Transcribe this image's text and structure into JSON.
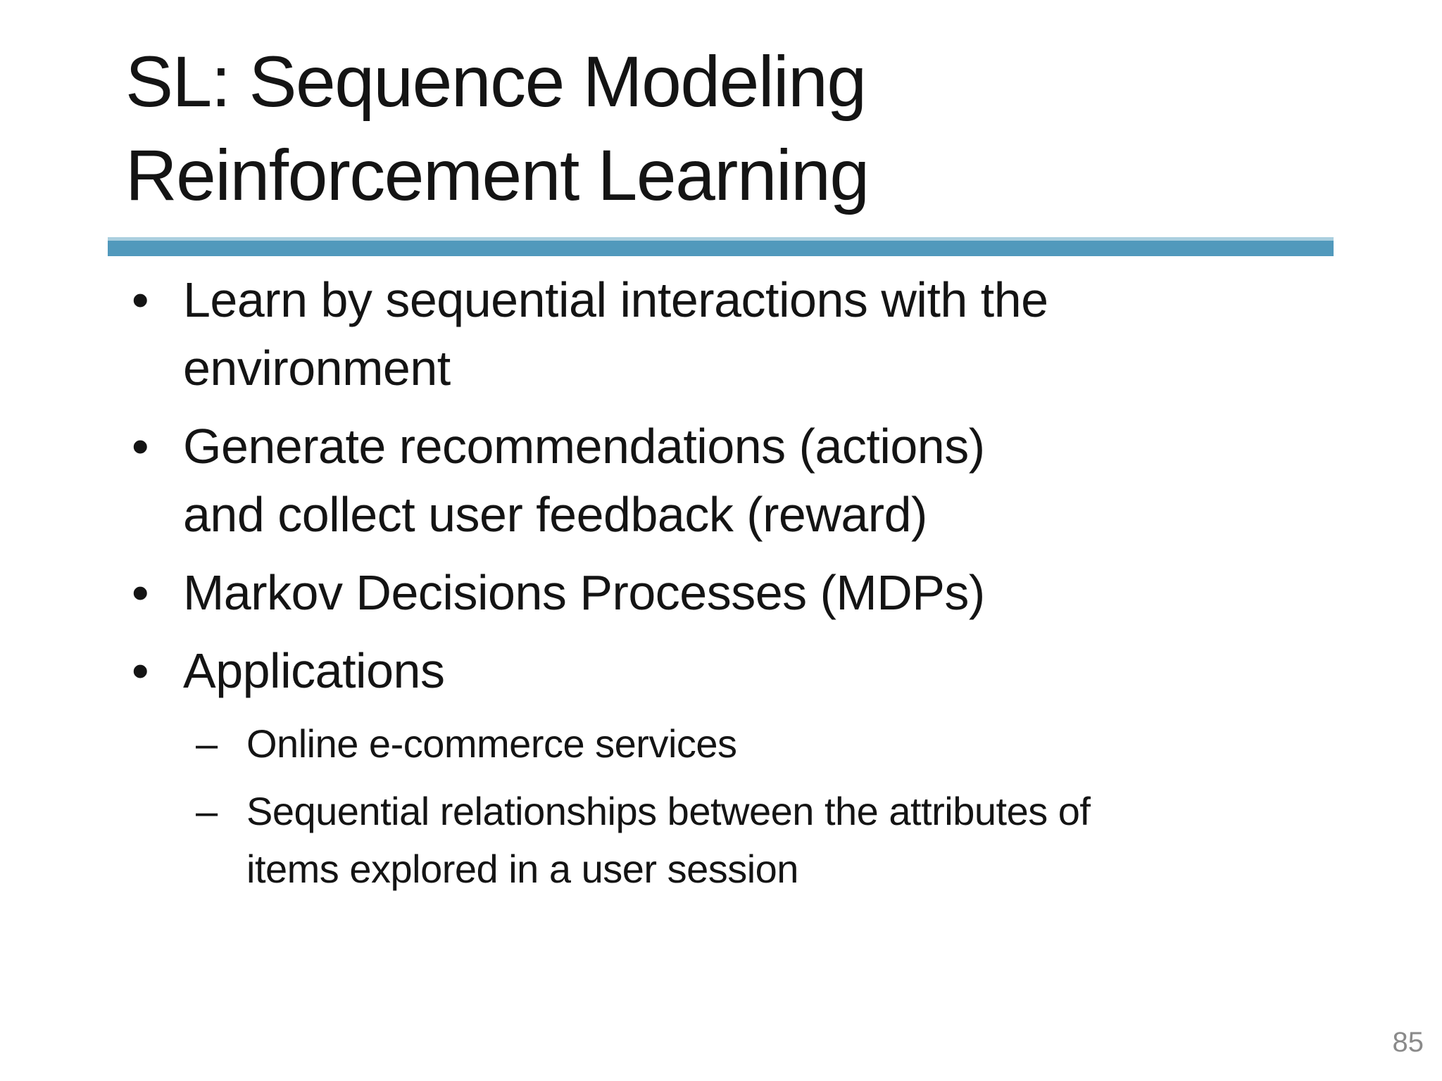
{
  "slide": {
    "title_lines": [
      "SL: Sequence Modeling",
      "Reinforcement Learning"
    ],
    "accent_color": "#5199bc",
    "markers": {
      "level1": "•",
      "level2": "–"
    },
    "bullets": [
      {
        "level": 1,
        "lines": [
          "Learn by sequential interactions with the",
          "environment"
        ]
      },
      {
        "level": 1,
        "lines": [
          "Generate recommendations (actions)",
          "and collect user feedback (reward)"
        ]
      },
      {
        "level": 1,
        "lines": [
          "Markov Decisions Processes (MDPs)"
        ]
      },
      {
        "level": 1,
        "lines": [
          "Applications"
        ]
      },
      {
        "level": 2,
        "lines": [
          "Online e-commerce services"
        ]
      },
      {
        "level": 2,
        "lines": [
          "Sequential relationships between the attributes of",
          "items explored in a user session"
        ]
      }
    ],
    "page_number": "85"
  }
}
